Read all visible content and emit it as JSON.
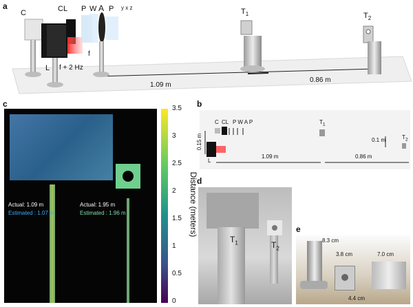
{
  "panel_a": {
    "letter": "a",
    "labels": {
      "C": "C",
      "CL": "CL",
      "P1": "P",
      "W": "W",
      "A": "A",
      "P2": "P",
      "L": "L",
      "f": "f",
      "fplus": "f + 2 Hz",
      "T1": "T",
      "T2": "T",
      "axes": "y  x  z"
    },
    "distances": {
      "d1": "1.09 m",
      "d2": "0.86 m"
    },
    "target_subscripts": {
      "T1": "1",
      "T2": "2"
    }
  },
  "panel_b": {
    "letter": "b",
    "labels": {
      "C": "C",
      "CL": "CL",
      "PWAP": "P W A P",
      "L": "L",
      "T1": "T",
      "T2": "T"
    },
    "target_subscripts": {
      "T1": "1",
      "T2": "2"
    },
    "dims": {
      "height_left": "0.15 m",
      "height_right": "0.1 m",
      "d1": "1.09 m",
      "d2": "0.86 m"
    }
  },
  "panel_c": {
    "letter": "c",
    "annotations": {
      "actual_1": "Actual: 1.09 m",
      "estimated_1": "Estimated : 1.07 m",
      "actual_2": "Actual: 1.95 m",
      "estimated_2": "Estimated : 1.96 m"
    },
    "colorbar": {
      "label": "Distance (meters)",
      "ticks": [
        "3.5",
        "3",
        "2.5",
        "2",
        "1.5",
        "1",
        "0.5",
        "0"
      ],
      "colors": [
        "#fde725",
        "#5ec962",
        "#21918c",
        "#3b528b",
        "#440154"
      ]
    },
    "colors": {
      "estimated_1": "#3fa9f5",
      "estimated_2": "#7fe0b0"
    }
  },
  "panel_d": {
    "letter": "d",
    "labels": {
      "T1": "T",
      "T2": "T"
    },
    "target_subscripts": {
      "T1": "1",
      "T2": "2"
    }
  },
  "panel_e": {
    "letter": "e",
    "dims": {
      "height": "8.3 cm",
      "w1": "3.8 cm",
      "w2": "7.0 cm",
      "h2": "4.4 cm"
    }
  }
}
